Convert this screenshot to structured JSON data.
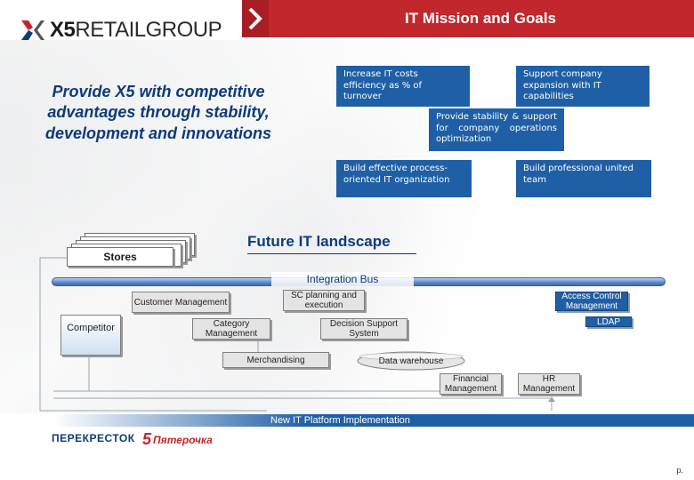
{
  "header": {
    "title": "IT Mission and Goals",
    "logo_strong": "X5",
    "logo_retail": "RETAIL",
    "logo_group": "GROUP",
    "accent": "#c1272d"
  },
  "mission": {
    "text": "Provide X5 with competitive advantages through stability, development and innovations"
  },
  "goals": [
    {
      "text": "Increase IT costs efficiency as % of turnover"
    },
    {
      "text": "Support company expansion with IT capabilities"
    },
    {
      "text": "Provide stability & support for company operations optimization"
    },
    {
      "text": "Build effective process-oriented IT organization"
    },
    {
      "text": "Build professional united team"
    }
  ],
  "landscape": {
    "title": "Future IT landscape",
    "stores": "Stores",
    "bus": "Integration Bus",
    "competitor": "Competitor",
    "boxes": {
      "customer": "Customer Management",
      "sc_planning": "SC planning and execution",
      "access": "Access Control Management",
      "category": "Category Management",
      "decision": "Decision Support System",
      "ldap": "LDAP",
      "merch": "Merchandising",
      "datawh": "Data warehouse",
      "financial": "Financial Management",
      "hr": "HR Management"
    },
    "footer": "New IT Platform Implementation"
  },
  "brands": {
    "perekrestok": "ПЕРЕКРЕСТОК",
    "pyaterochka_num": "5",
    "pyaterochka": "Пятерочка"
  },
  "page": "p."
}
